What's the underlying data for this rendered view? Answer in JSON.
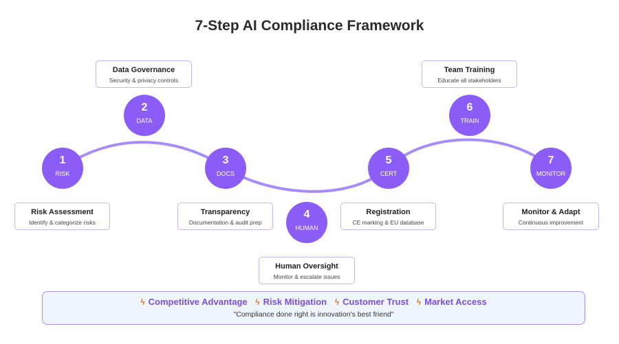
{
  "title": "7-Step AI Compliance Framework",
  "accent_color": "#8b5cf6",
  "steps": [
    {
      "number": "1",
      "code": "RISK",
      "title": "Risk Assessment",
      "subtitle": "Identify & categorize risks"
    },
    {
      "number": "2",
      "code": "DATA",
      "title": "Data Governance",
      "subtitle": "Security & privacy controls"
    },
    {
      "number": "3",
      "code": "DOCS",
      "title": "Transparency",
      "subtitle": "Documentation & audit prep"
    },
    {
      "number": "4",
      "code": "HUMAN",
      "title": "Human Oversight",
      "subtitle": "Monitor & escalate issues"
    },
    {
      "number": "5",
      "code": "CERT",
      "title": "Registration",
      "subtitle": "CE marking & EU database"
    },
    {
      "number": "6",
      "code": "TRAIN",
      "title": "Team Training",
      "subtitle": "Educate all stakeholders"
    },
    {
      "number": "7",
      "code": "MONITOR",
      "title": "Monitor & Adapt",
      "subtitle": "Continuous improvement"
    }
  ],
  "banner": {
    "bolt_icon": "lightning-bolt-icon",
    "benefits": [
      "Competitive Advantage",
      "Risk Mitigation",
      "Customer Trust",
      "Market Access"
    ],
    "quote": "\"Compliance done right is innovation's best friend\""
  }
}
